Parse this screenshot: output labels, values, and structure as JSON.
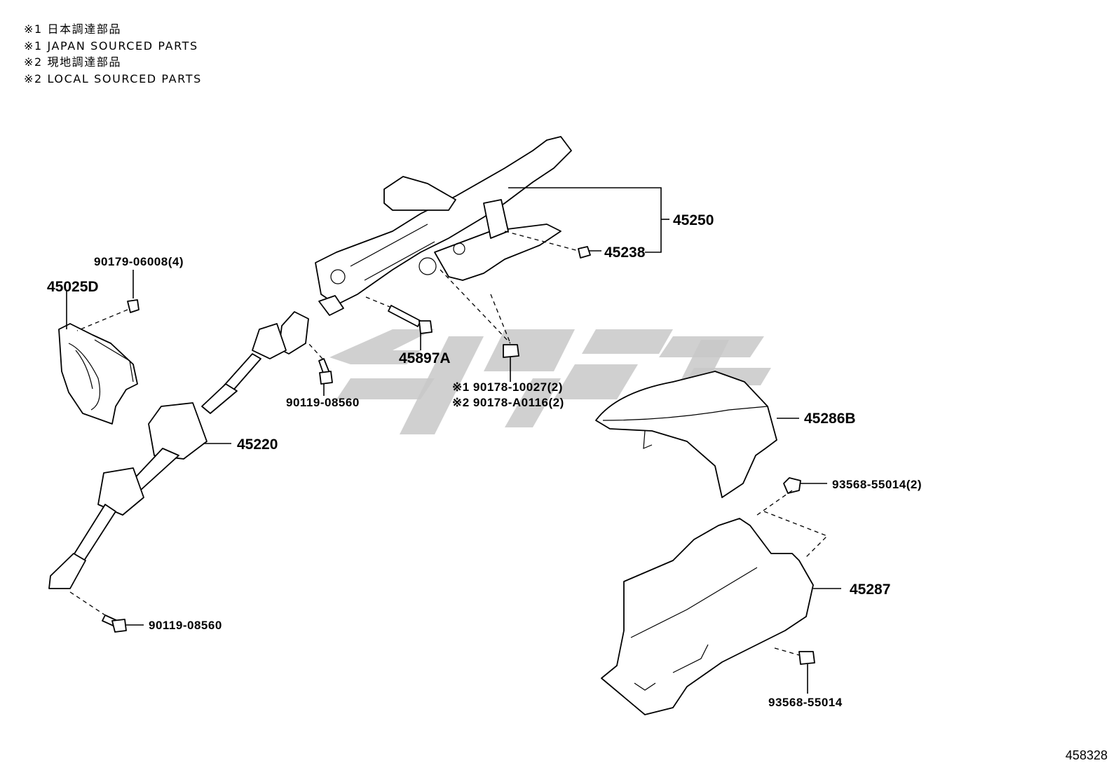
{
  "legend": [
    "※1 日本調達部品",
    "※1 JAPAN SOURCED PARTS",
    "※2 現地調達部品",
    "※2 LOCAL SOURCED PARTS"
  ],
  "parts": {
    "p45250": "45250",
    "p45238": "45238",
    "p90179": "90179-06008(4)",
    "p45025D": "45025D",
    "p45897A": "45897A",
    "p90119_a": "90119-08560",
    "p90178_1": "※1 90178-10027(2)",
    "p90178_2": "※2 90178-A0116(2)",
    "p45286B": "45286B",
    "p45220": "45220",
    "p93568_2": "93568-55014(2)",
    "p45287": "45287",
    "p90119_b": "90119-08560",
    "p93568": "93568-55014"
  },
  "diagram_ref": "458328",
  "watermark": "gray-logo"
}
